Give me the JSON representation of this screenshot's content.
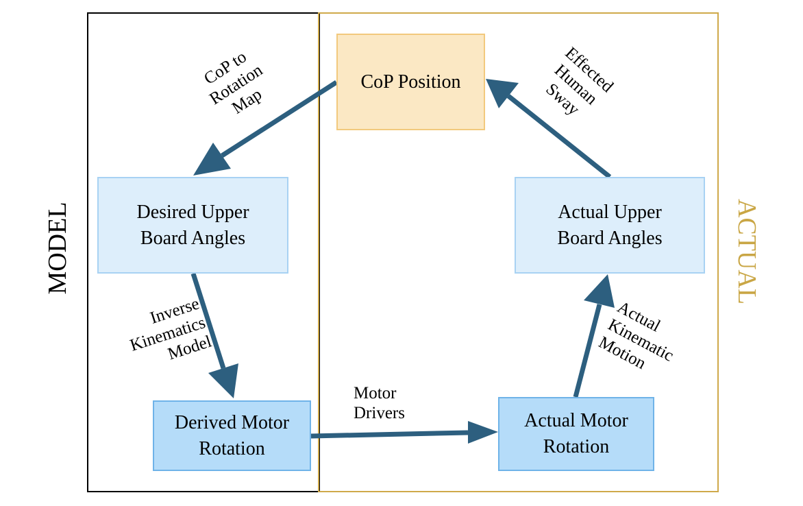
{
  "regions": {
    "model_label": "MODEL",
    "actual_label": "ACTUAL",
    "model_border_color": "#000000",
    "actual_border_color": "#cfa94a"
  },
  "nodes": {
    "cop_position": {
      "lines": [
        "CoP Position"
      ],
      "fill": "#fbe8c4",
      "border": "#f2c97d"
    },
    "desired_angles": {
      "lines": [
        "Desired Upper",
        "Board Angles"
      ],
      "fill": "#ddeefb",
      "border": "#a8d2f3"
    },
    "actual_angles": {
      "lines": [
        "Actual Upper",
        "Board Angles"
      ],
      "fill": "#ddeefb",
      "border": "#a8d2f3"
    },
    "derived_motor": {
      "lines": [
        "Derived Motor",
        "Rotation"
      ],
      "fill": "#b5dcf9",
      "border": "#6fb3e8"
    },
    "actual_motor": {
      "lines": [
        "Actual Motor",
        "Rotation"
      ],
      "fill": "#b5dcf9",
      "border": "#6fb3e8"
    }
  },
  "edges": {
    "cop_to_rotation": {
      "lines": [
        "CoP to",
        "Rotation",
        "Map"
      ]
    },
    "effected_sway": {
      "lines": [
        "Effected",
        "Human",
        "Sway"
      ]
    },
    "inverse_kinematics": {
      "lines": [
        "Inverse",
        "Kinematics",
        "Model"
      ]
    },
    "motor_drivers": {
      "lines": [
        "Motor",
        "Drivers"
      ]
    },
    "actual_kinematic": {
      "lines": [
        "Actual",
        "Kinematic",
        "Motion"
      ]
    }
  },
  "arrow_color": "#2d5f7f"
}
